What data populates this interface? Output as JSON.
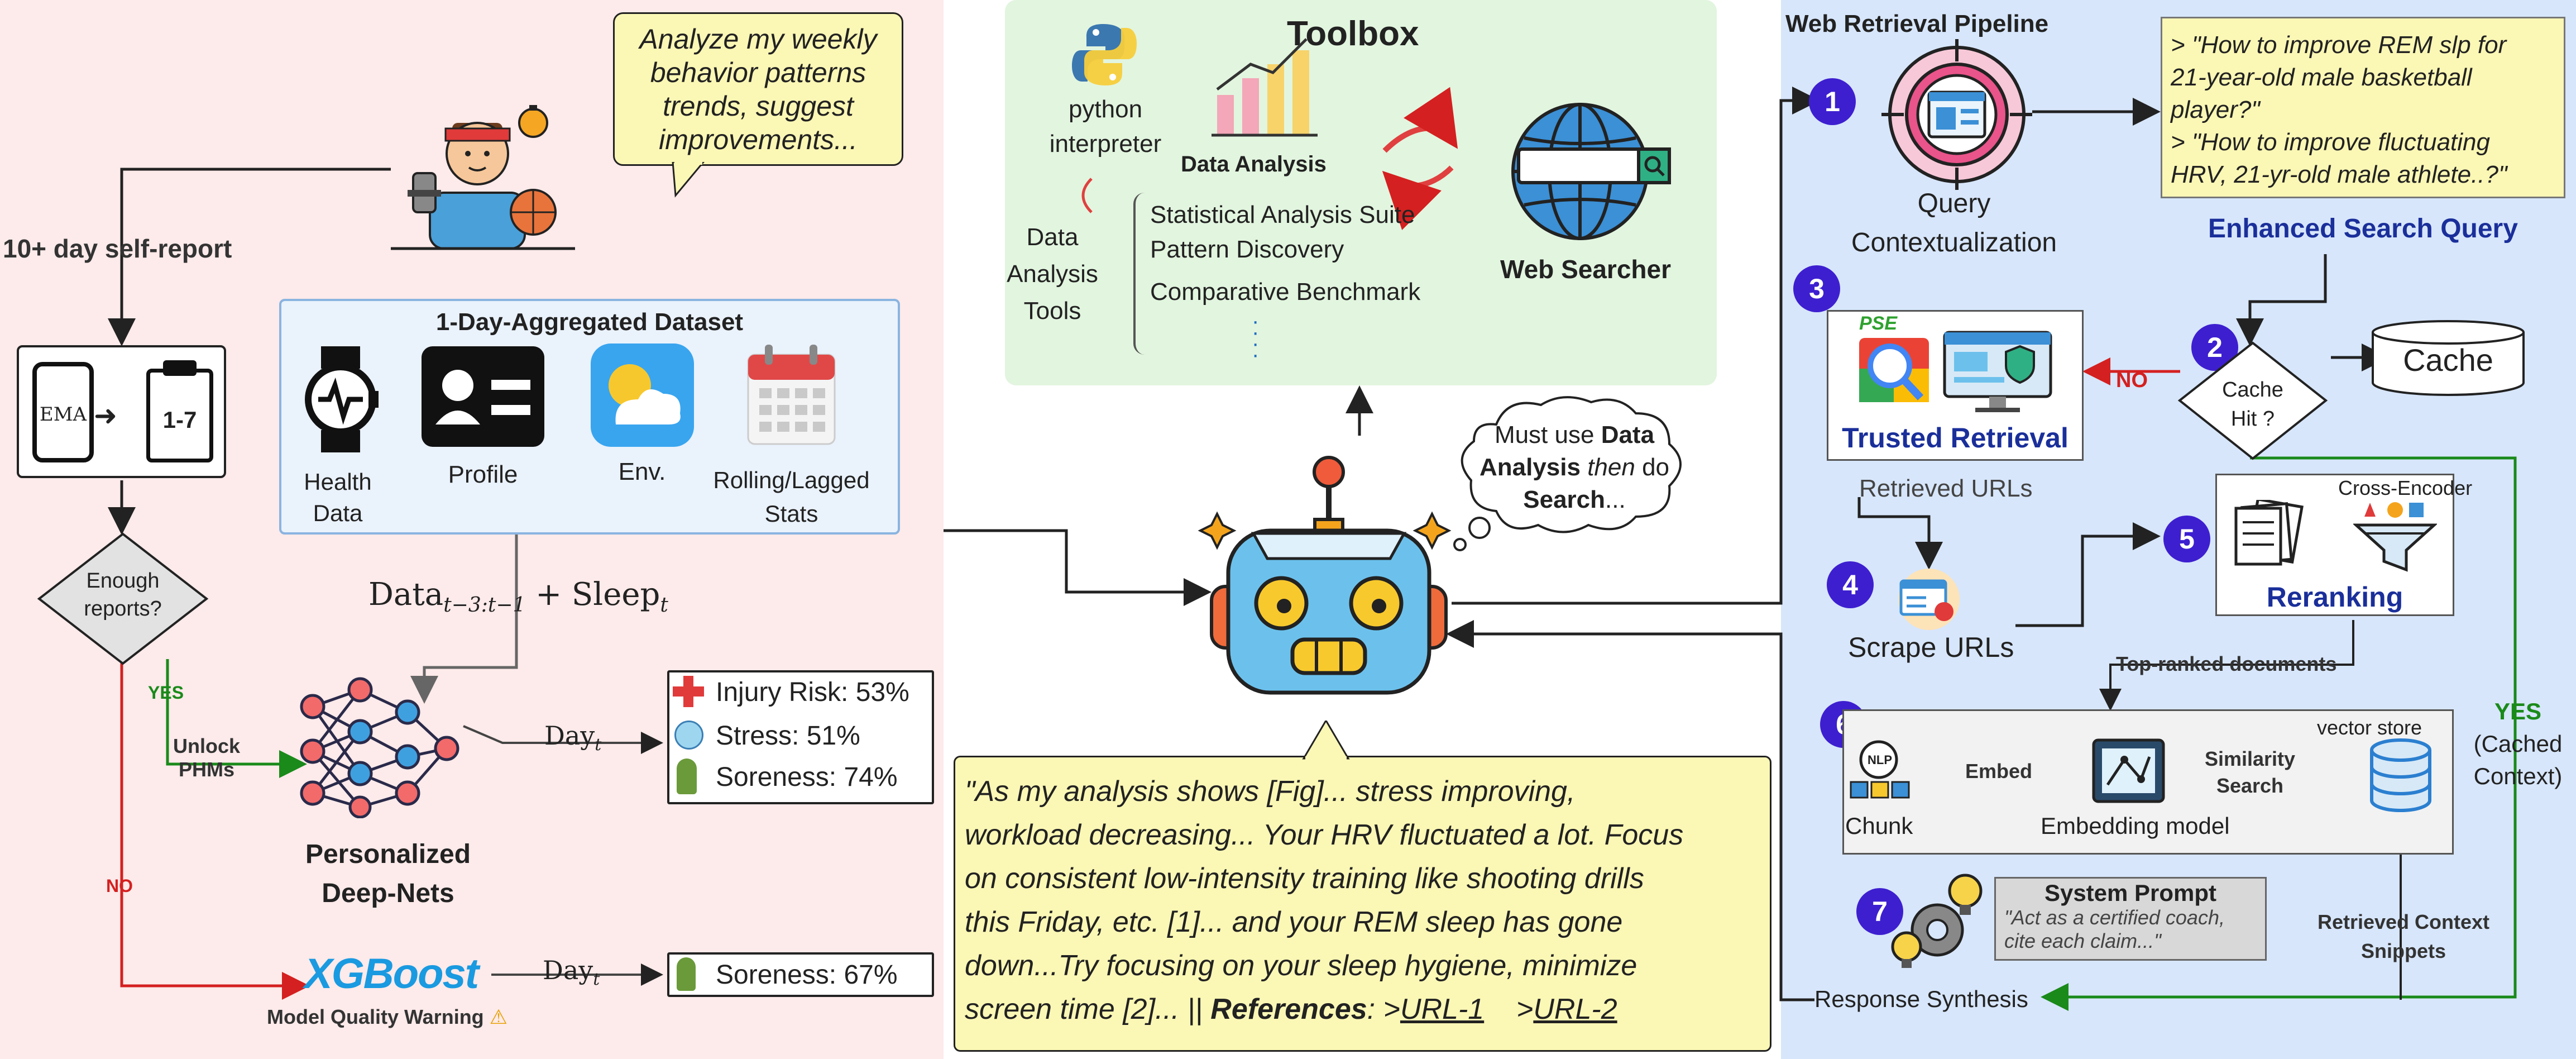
{
  "left": {
    "speech": "Analyze my weekly behavior patterns trends, suggest improvements...",
    "self_report": "10+ day self-report",
    "ema": "EMA",
    "scale": "1-7",
    "diamond": "Enough reports?",
    "yes": "YES",
    "no": "NO",
    "unlock": "Unlock PHMs",
    "dataset_title": "1-Day-Aggregated Dataset",
    "dataset_items": [
      "Health Data",
      "Profile",
      "Env.",
      "Rolling/Lagged Stats"
    ],
    "formula": "Data",
    "formula_sub": "t−3:t−1",
    "formula_plus": " + Sleep",
    "formula_sub2": "t",
    "network_label": "Personalized Deep-Nets",
    "day": "Day",
    "day_sub": "t",
    "outputs": [
      "Injury Risk: 53%",
      "Stress: 51%",
      "Soreness: 74%"
    ],
    "xgboost": "XGBoost",
    "xgb_output": "Soreness: 67%",
    "warning": "Model Quality Warning"
  },
  "toolbox": {
    "title": "Toolbox",
    "python": "python interpreter",
    "data_analysis_tools": "Data Analysis Tools",
    "data_analysis": "Data Analysis",
    "items": [
      "Statistical Analysis Suite",
      "Pattern Discovery",
      "Comparative Benchmark"
    ],
    "web_searcher": "Web Searcher"
  },
  "agent": {
    "thought_1": "Must use ",
    "thought_2": "Data",
    "thought_3": "Analysis",
    "thought_4": " then",
    "thought_5": " do",
    "thought_6": "Search",
    "thought_7": "...",
    "response_lines": [
      "\"As my analysis shows [Fig]... stress improving,",
      "workload decreasing... Your HRV fluctuated a lot. Focus",
      "on consistent low-intensity training like shooting drills",
      "this Friday, etc. [1]... and your REM sleep has gone",
      "down...Try focusing on your sleep hygiene, minimize"
    ],
    "response_last_a": "screen time [2]... || ",
    "response_refs": "References",
    "response_last_b": ": >",
    "url1": "URL-1",
    "url2": "URL-2"
  },
  "pipeline": {
    "title": "Web Retrieval Pipeline",
    "query_ctx": "Query Contextualization",
    "queries": [
      "> \"How to improve REM slp for",
      "21-year-old male basketball",
      "player?\"",
      "> \"How to improve fluctuating",
      "HRV, 21-yr-old male athlete..?\""
    ],
    "enhanced": "Enhanced Search Query",
    "cache": "Cache",
    "cache_hit": "Cache Hit ?",
    "no": "NO",
    "pse": "PSE",
    "trusted": "Trusted Retrieval",
    "retrieved_urls": "Retrieved URLs",
    "scrape": "Scrape URLs",
    "cross_encoder": "Cross-Encoder",
    "reranking": "Reranking",
    "top_ranked": "Top-ranked documents",
    "yes_cached": [
      "YES",
      "(Cached",
      "Context)"
    ],
    "vector_store": "vector store",
    "nlp": "NLP",
    "chunk": "Chunk",
    "embed": "Embed",
    "embedding_model": "Embedding model",
    "similarity": "Similarity Search",
    "retrieved_ctx": "Retrieved Context Snippets",
    "system_prompt": "System Prompt",
    "system_prompt_text": [
      "\"Act as a certified coach,",
      "cite each claim...\""
    ],
    "response_synthesis": "Response Synthesis",
    "steps": [
      "1",
      "2",
      "3",
      "4",
      "5",
      "6",
      "7"
    ]
  }
}
